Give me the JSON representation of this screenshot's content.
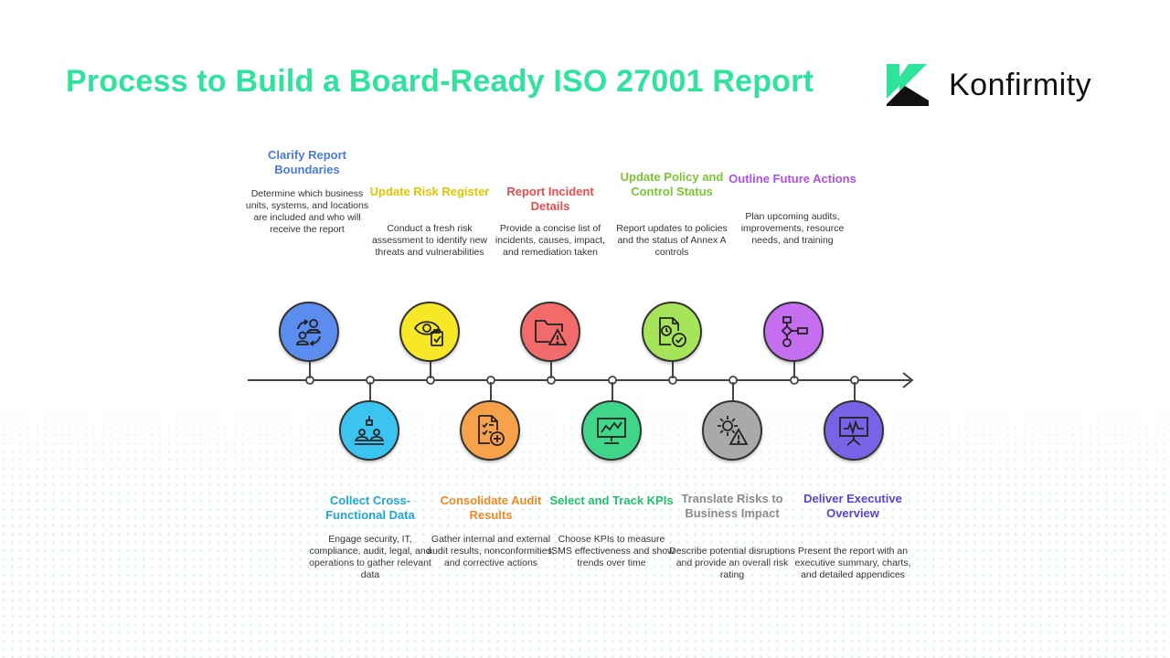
{
  "header": {
    "title": "Process to Build a Board-Ready ISO 27001 Report",
    "brand_name": "Konfirmity",
    "brand_color": "#2fe39c"
  },
  "steps": [
    {
      "title": "Clarify Report Boundaries",
      "description": "Determine which business units, systems, and locations are included and who will receive the report",
      "color": "#5b8def",
      "title_color": "#4a7bd8",
      "icon": "users-cycle-icon"
    },
    {
      "title": "Collect Cross-Functional Data",
      "description": "Engage security, IT, compliance, audit, legal, and operations to gather relevant data",
      "color": "#3cc4f0",
      "title_color": "#1fa6d6",
      "icon": "team-meeting-icon"
    },
    {
      "title": "Update Risk Register",
      "description": "Conduct a fresh risk assessment to identify new threats and vulnerabilities",
      "color": "#f6e827",
      "title_color": "#e2c400",
      "icon": "eye-checklist-icon"
    },
    {
      "title": "Consolidate Audit Results",
      "description": "Gather internal and external audit results, nonconformities, and corrective actions",
      "color": "#f7a24a",
      "title_color": "#ef8a23",
      "icon": "document-add-icon"
    },
    {
      "title": "Report Incident Details",
      "description": "Provide a concise list of incidents, causes, impact, and remediation taken",
      "color": "#f26b6b",
      "title_color": "#e84c4c",
      "icon": "folder-alert-icon"
    },
    {
      "title": "Select and Track KPIs",
      "description": "Choose KPIs to measure ISMS effectiveness and show trends over time",
      "color": "#3fd68a",
      "title_color": "#22c06c",
      "icon": "presentation-chart-icon"
    },
    {
      "title": "Update Policy and Control Status",
      "description": "Report updates to policies and the status of Annex A controls",
      "color": "#a6e45a",
      "title_color": "#7cc531",
      "icon": "document-clock-check-icon"
    },
    {
      "title": "Translate Risks to Business Impact",
      "description": "Describe potential disruptions and provide an overall risk rating",
      "color": "#a9a9a9",
      "title_color": "#8a8a8a",
      "icon": "gear-warning-icon"
    },
    {
      "title": "Outline Future Actions",
      "description": "Plan upcoming audits, improvements, resource needs, and training",
      "color": "#c56ef0",
      "title_color": "#b04fe2",
      "icon": "flowchart-icon"
    },
    {
      "title": "Deliver Executive Overview",
      "description": "Present the report with an executive summary, charts, and detailed appendices",
      "color": "#7a62e6",
      "title_color": "#5b41d6",
      "icon": "presentation-board-icon"
    }
  ]
}
